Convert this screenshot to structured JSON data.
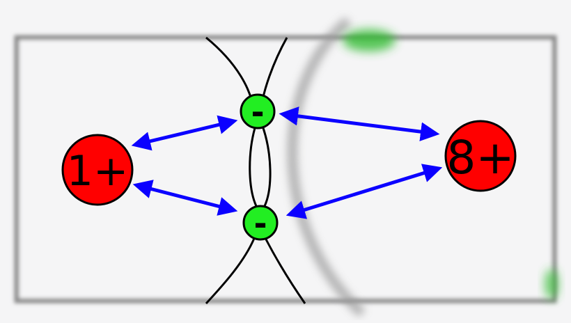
{
  "colors": {
    "background": "#f5f5f6",
    "frame": "#8a8a8a",
    "frame_inner": "#ececec",
    "nucleus_fill": "#ff0000",
    "electron_fill": "#22ee22",
    "arrow": "#0b00ff",
    "bond_line": "#000000",
    "blur_arc": "#9a9a9a",
    "blur_blob": "#33bb33"
  },
  "nuclei": {
    "left": {
      "charge": "1+"
    },
    "right": {
      "charge": "8+"
    }
  },
  "electrons": {
    "top": {
      "charge": "-"
    },
    "bottom": {
      "charge": "-"
    }
  },
  "arrows": {
    "count": 4,
    "style": "double-headed"
  }
}
